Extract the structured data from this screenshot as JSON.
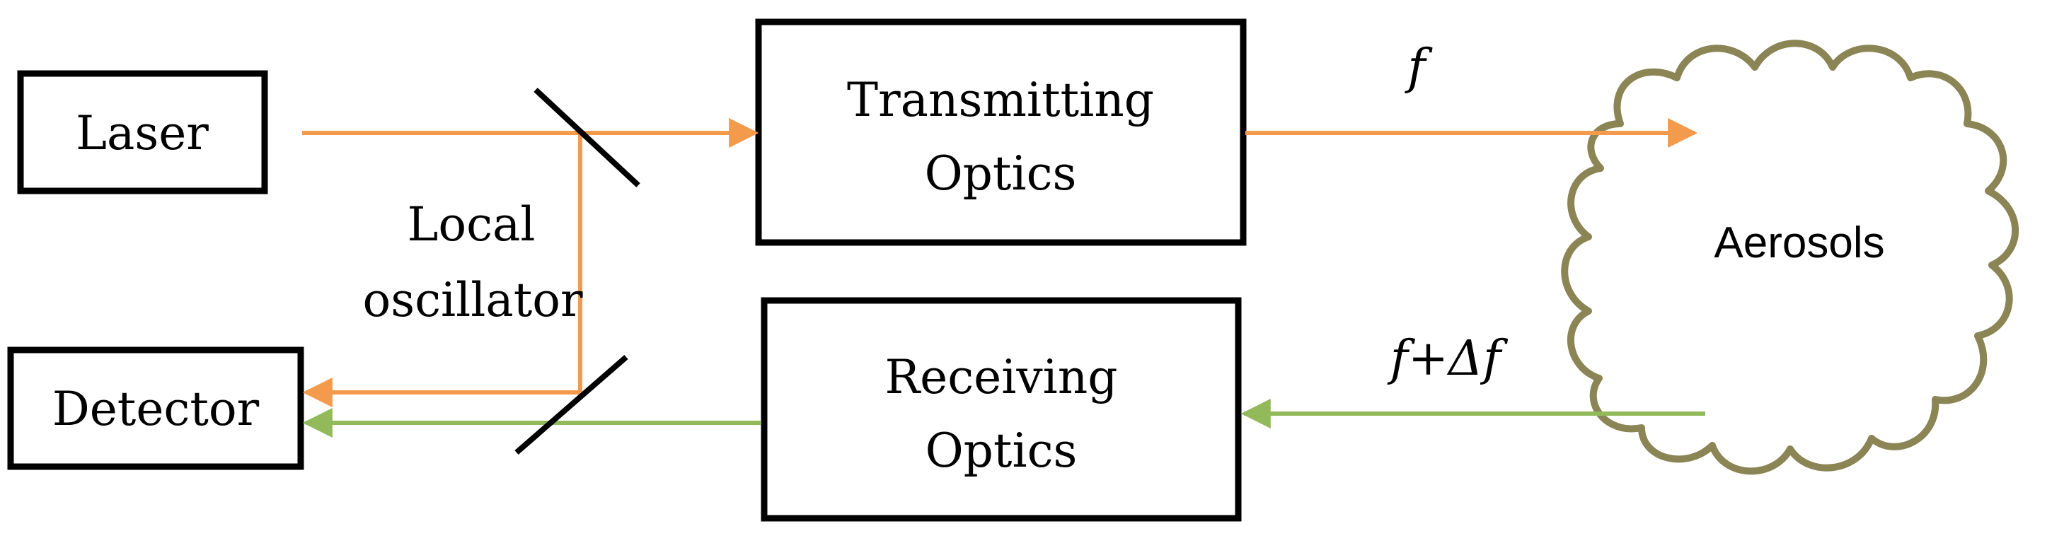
{
  "colors": {
    "laser_beam": "#f39a4c",
    "return_beam": "#92b95a",
    "cloud_outline": "#8b8455",
    "box_outline": "#000000"
  },
  "blocks": {
    "laser": "Laser",
    "detector": "Detector",
    "transmitting": [
      "Transmitting",
      "Optics"
    ],
    "receiving": [
      "Receiving",
      "Optics"
    ]
  },
  "labels": {
    "local_oscillator": [
      "Local",
      "oscillator"
    ],
    "aerosols": "Aerosols",
    "freq_out": "f",
    "freq_return": "f+Δf"
  }
}
